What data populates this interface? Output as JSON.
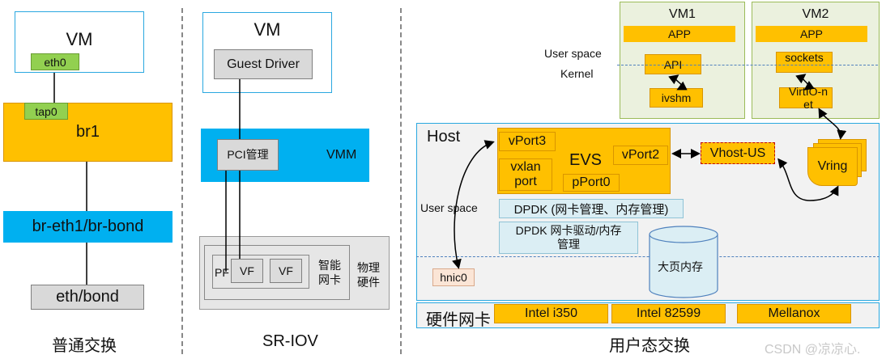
{
  "panel_left": {
    "vm": "VM",
    "eth0": "eth0",
    "tap0": "tap0",
    "br1": "br1",
    "br_eth1": "br-eth1/br-bond",
    "eth_bond": "eth/bond",
    "caption": "普通交换"
  },
  "panel_mid": {
    "vm": "VM",
    "guest_driver": "Guest Driver",
    "pci_mgmt": "PCI管理",
    "vmm": "VMM",
    "pf": "PF",
    "vf1": "VF",
    "vf2": "VF",
    "smart_nic": "智能网卡",
    "phys_hw": "物理硬件",
    "caption": "SR-IOV"
  },
  "panel_right": {
    "vm1": {
      "title": "VM1",
      "app": "APP",
      "api": "API",
      "ivshm": "ivshm"
    },
    "vm2": {
      "title": "VM2",
      "app": "APP",
      "sockets": "sockets",
      "virtio": "VirtIO-net"
    },
    "user_space_top": "User space",
    "kernel": "Kernel",
    "host": "Host",
    "vport3": "vPort3",
    "evs": "EVS",
    "vxlan_port": "vxlan port",
    "pport0": "pPort0",
    "vport2": "vPort2",
    "vhost_us": "Vhost-US",
    "vring": "Vring",
    "user_space_host": "User space",
    "dpdk1": "DPDK (网卡管理、内存管理)",
    "dpdk2": "DPDK 网卡驱动/内存管理",
    "hugepage": "大页内存",
    "hnic0": "hnic0",
    "hw_nic": "硬件网卡",
    "nic1": "Intel i350",
    "nic2": "Intel 82599",
    "nic3": "Mellanox",
    "caption": "用户态交换"
  },
  "watermark": "CSDN @凉凉心."
}
